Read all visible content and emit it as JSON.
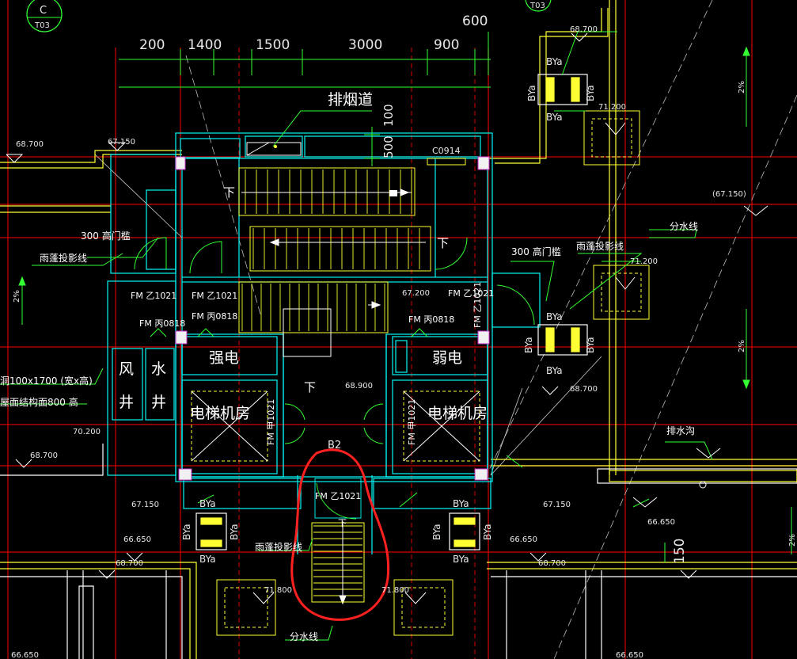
{
  "dimensions": {
    "top_left": "200",
    "d1": "1400",
    "d2": "1500",
    "d3": "3000",
    "d4": "900",
    "top_right": "600",
    "vert_500": "500",
    "vert_100": "100",
    "right_150": "150"
  },
  "grid_bubble": {
    "label": "C",
    "sheet": "T03",
    "sheet_right": "T03"
  },
  "rooms": {
    "smoke_duct": "排烟道",
    "strong_elec": "强电",
    "weak_elec": "弱电",
    "wind_shaft_1": "风",
    "wind_shaft_2": "井",
    "water_shaft_1": "水",
    "water_shaft_2": "井",
    "elevator_room_left": "电梯机房",
    "elevator_room_right": "电梯机房"
  },
  "labels": {
    "window_c0914": "C0914",
    "down_1": "下",
    "down_2": "下",
    "down_3": "下",
    "down_4": "下",
    "threshold_left": "300 高门槛",
    "threshold_right": "300 高门槛",
    "rain_line_left": "雨蓬投影线",
    "rain_line_right": "雨蓬投影线",
    "rain_line_bottom": "雨蓬投影线",
    "divide_right": "分水线",
    "divide_bottom": "分水线",
    "drain_ditch": "排水沟",
    "opening_size": "洞100x1700  (宽x高)",
    "roof_structure": "屋面结构面800 高",
    "b2": "B2"
  },
  "doors": {
    "fm_left": "FM 乙1021",
    "fm_mid": "FM 乙1021",
    "fm_right": "FM 乙1021",
    "fm_rv": "FM 乙1021",
    "fm_b1": "FM 丙0818",
    "fm_b2": "FM 丙0818",
    "fm_b3": "FM 丙0818",
    "fm_v1": "FM 甲1021",
    "fm_v2": "FM 甲1021",
    "fm_stair": "FM 乙1021"
  },
  "elevations": {
    "e1": "68.700",
    "e2": "67.150",
    "e3": "68.700",
    "e4": "71.200",
    "e5": "(67.150)",
    "e6": "71.200",
    "e7": "67.200",
    "e8": "68.900",
    "e9": "70.200",
    "e10": "68.700",
    "e11": "68.700",
    "e12": "67.150",
    "e13": "67.150",
    "e14": "66.650",
    "e15": "66.650",
    "e16": "66.650",
    "e17": "68.700",
    "e18": "68.700",
    "e19": "71.800",
    "e20": "71.800",
    "e21": "66.650",
    "e22": "66.650"
  },
  "slopes": {
    "s1": "2%",
    "s2": "2%",
    "s3": "2%",
    "s4": "2%"
  },
  "bya": "BYa",
  "colors": {
    "background": "#000000",
    "wall_cyan": "#00e5e5",
    "line_yellow": "#ffff33",
    "grid_red": "#e00000",
    "dim_green": "#33ff33",
    "text_white": "#ffffff",
    "markup_red": "#ff2020"
  }
}
